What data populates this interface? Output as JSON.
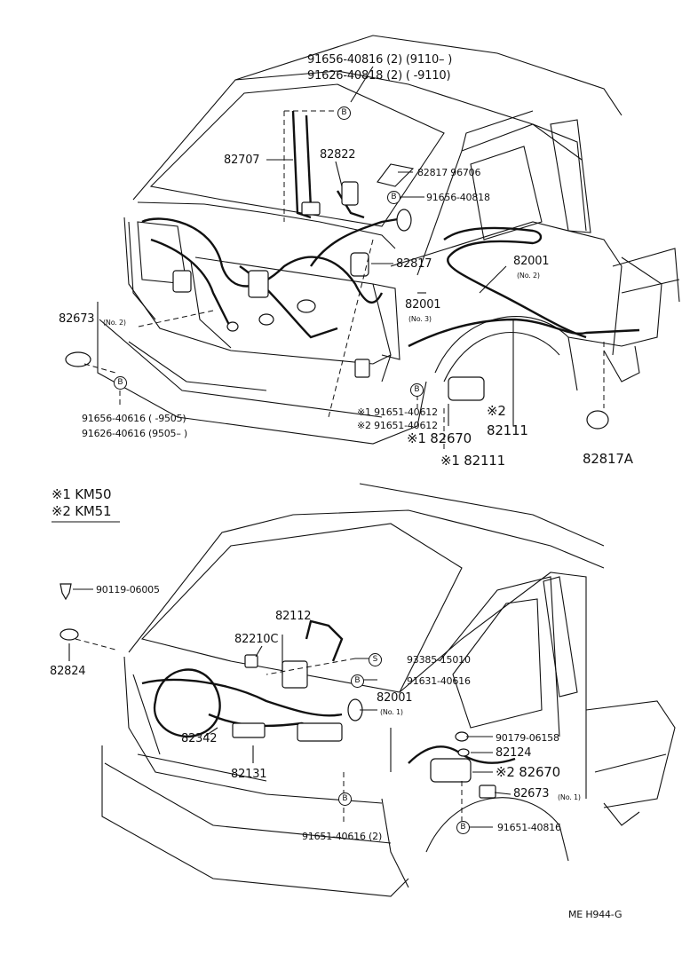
{
  "top": {
    "bolt_a1": "91656-40816 (2) (9110–        )",
    "bolt_a2": "91626-40818 (2) (           -9110)",
    "p82707": "82707",
    "p82822": "82822",
    "p82817_96706": "82817 96706",
    "p91656_40818": "91656-40818",
    "p82817": "82817",
    "p82001_no2": "82001",
    "no2": "(No. 2)",
    "p82001_no3": "82001",
    "no3": "(No. 3)",
    "p82673_no2": "82673",
    "p82673_no2_sub": "(No. 2)",
    "bolt_b1": "91656-40616 (           -9505)",
    "bolt_b2": "91626-40616 (9505–           )",
    "s1_91651": "※1 91651-40612",
    "s2_91651": "※2 91651-40612",
    "s1_82670": "※1 82670",
    "s2_mark": "※2",
    "p82111": "82111",
    "s1_82111": "※1 82111",
    "p82817a": "82817A"
  },
  "legend": {
    "km50": "※1 KM50",
    "km51": "※2 KM51"
  },
  "bottom": {
    "p90119": "90119-06005",
    "p82824": "82824",
    "p82112": "82112",
    "p82210c": "82210C",
    "p93385": "93385-15010",
    "p91631": "91631-40616",
    "p82001": "82001",
    "no1": "(No. 1)",
    "p82342": "82342",
    "p90179": "90179-06158",
    "p82124": "82124",
    "s2_82670": "※2 82670",
    "p82673_no1": "82673",
    "no1b": "(No. 1)",
    "p82131": "82131",
    "bolt_c": "91651-40616 (2)",
    "bolt_d": "91651-40816"
  },
  "callouts": {
    "b": "B",
    "s": "S"
  },
  "footer": {
    "code": "ME  H944-G"
  }
}
